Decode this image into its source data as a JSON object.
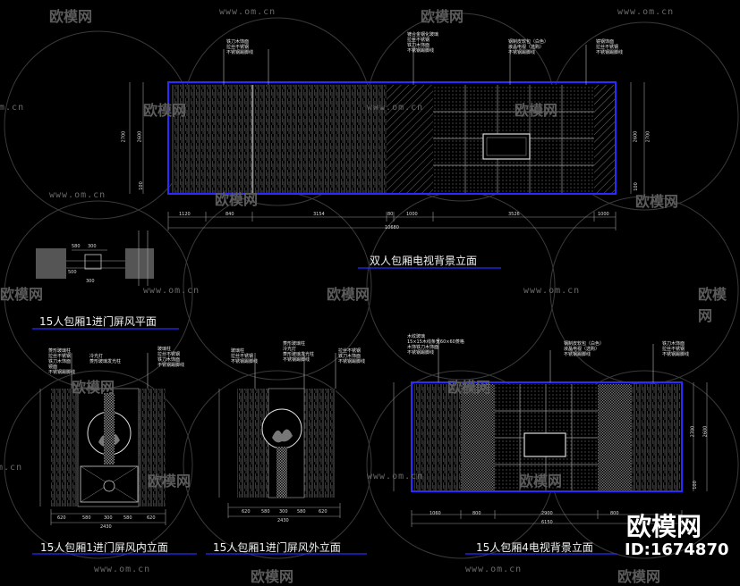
{
  "watermark": {
    "url": "www.om.cn",
    "url_short": "om.cn",
    "logo": "欧模网"
  },
  "brand": {
    "logo": "欧模网",
    "id": "ID:1674870"
  },
  "drawings": {
    "top": {
      "title": "双人包厢电视背景立面",
      "notes_left": [
        "铁刀木饰面",
        "拉丝不锈钢",
        "不锈钢踢脚线"
      ],
      "notes_mid": [
        "镀合金钢化玻璃",
        "拉丝不锈钢",
        "铁刀木饰面",
        "不锈钢踢脚线"
      ],
      "notes_right1": [
        "钢制皮软包（白色）",
        "液晶电视（选购）",
        "不锈钢踢脚线"
      ],
      "notes_right2": [
        "镜钢饰面",
        "拉丝不锈钢",
        "不锈钢踢脚线"
      ],
      "dims_bottom": [
        "1120",
        "840",
        "3154",
        "80",
        "1000",
        "3526",
        "1000"
      ],
      "dim_total": "10680",
      "dims_left": [
        "2700",
        "2600",
        "100"
      ],
      "dims_right": [
        "2600",
        "2700",
        "100"
      ]
    },
    "plan": {
      "title": "15人包厢1进门屏风平面",
      "dims": [
        "580",
        "300",
        "500",
        "300"
      ]
    },
    "inner": {
      "title": "15人包厢1进门屏风内立面",
      "notes_left": [
        "菱形玻璃柱",
        "拉丝不锈钢",
        "铁刀木饰面",
        "镜面",
        "不锈钢踢脚线"
      ],
      "notes_mid": [
        "冷光灯",
        "菱形玻璃发光柱"
      ],
      "notes_right": [
        "玻璃柱",
        "拉丝不锈钢",
        "铁刀木饰面",
        "不锈钢踢脚线"
      ],
      "dims_bottom": [
        "620",
        "580",
        "300",
        "580",
        "620"
      ],
      "dim_total": "2430"
    },
    "outer": {
      "title": "15人包厢1进门屏风外立面",
      "notes_left": [
        "玻璃柱",
        "拉丝不锈钢",
        "不锈钢踢脚线"
      ],
      "notes_mid": [
        "菱形玻璃柱",
        "冷光灯",
        "菱形玻璃发光柱",
        "不锈钢踢脚线"
      ],
      "notes_right": [
        "拉丝不锈钢",
        "铁刀木饰面",
        "不锈钢踢脚线"
      ],
      "dims_bottom": [
        "620",
        "580",
        "300",
        "580",
        "620"
      ],
      "dim_total": "2430"
    },
    "tv4": {
      "title": "15人包厢4电视背景立面",
      "notes_left": [
        "木纹玻璃",
        "15×15木线条宽60×60菱格",
        "木饰铁刀木饰面",
        "不锈钢踢脚线"
      ],
      "notes_mid": [
        "钢制皮软包（白色）",
        "液晶电视（选购）",
        "不锈钢踢脚线"
      ],
      "notes_right": [
        "铁刀木饰面",
        "拉丝不锈钢",
        "不锈钢踢脚线"
      ],
      "dims_bottom": [
        "1060",
        "800",
        "2900",
        "800"
      ],
      "dim_total": "6150",
      "dims_right": [
        "2700",
        "2600",
        "100"
      ]
    }
  }
}
